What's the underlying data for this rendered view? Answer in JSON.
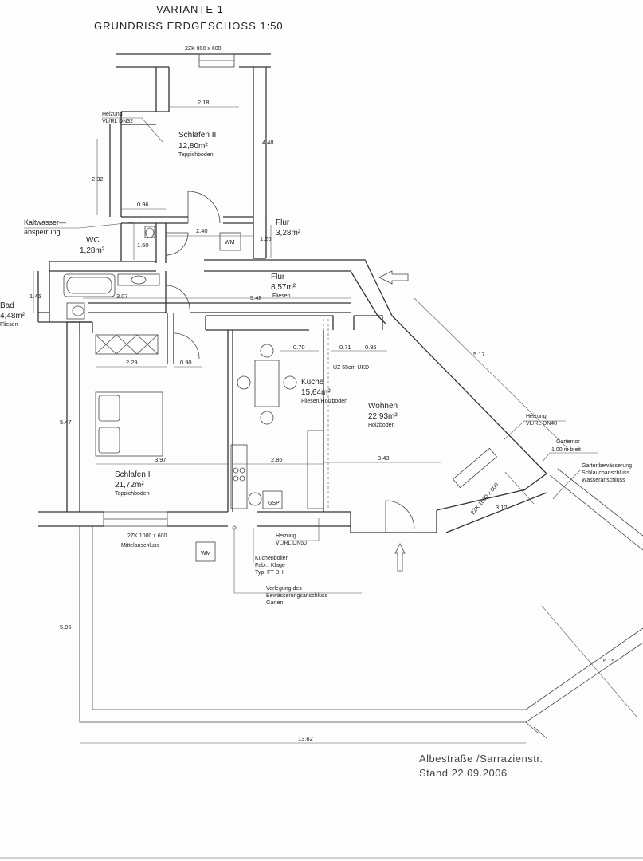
{
  "title": {
    "line1": "VARIANTE 1",
    "line2": "GRUNDRISS ERDGESCHOSS 1:50"
  },
  "rooms": [
    {
      "id": "schlafen2",
      "name": "Schlafen II",
      "area": "12,80m²",
      "floor": "Teppichboden"
    },
    {
      "id": "flur_small",
      "name": "Flur",
      "area": "3,28m²",
      "floor": ""
    },
    {
      "id": "wc",
      "name": "WC",
      "area": "1,28m²",
      "floor": ""
    },
    {
      "id": "flur",
      "name": "Flur",
      "area": "8,57m²",
      "floor": "Fliesen"
    },
    {
      "id": "bad",
      "name": "Bad",
      "area": "4,48m²",
      "floor": "Fliesen"
    },
    {
      "id": "kueche",
      "name": "Küche",
      "area": "15,64m²",
      "floor": "Fliesen/Holzboden"
    },
    {
      "id": "wohnen",
      "name": "Wohnen",
      "area": "22,93m²",
      "floor": "Holzboden"
    },
    {
      "id": "schlafen1",
      "name": "Schlafen I",
      "area": "21,72m²",
      "floor": "Teppichboden"
    }
  ],
  "dimensions": {
    "d_218": "2.18",
    "d_448": "4.48",
    "d_232": "2.32",
    "d_096": "0.96",
    "d_240": "2.40",
    "d_126": "1.26",
    "d_150": "1.50",
    "d_146": "1.46",
    "d_307": "3.07",
    "d_548": "5.48",
    "d_070": "0.70",
    "d_071": "0.71",
    "d_095": "0.95",
    "d_229": "2.29",
    "d_090": "0.90",
    "d_547": "5.47",
    "d_397": "3.97",
    "d_286": "2.86",
    "d_343": "3.43",
    "d_517": "5.17",
    "d_312": "3.12",
    "d_596": "5.96",
    "d_615": "6.15",
    "d_1362": "13.62"
  },
  "annotations": {
    "window_top": "2ZK 800 x 600",
    "heizung_top": [
      "Heizung",
      "VL/RL DN32"
    ],
    "kaltwasser": [
      "Kaltwasser—",
      "absperrung"
    ],
    "wm_top": "WM",
    "uz": "UZ 55cm UKD",
    "heizung_right": [
      "Heizung",
      "VL/RL DN40"
    ],
    "gartentor": [
      "Gartentor",
      "1,00 m breit"
    ],
    "garten_bew": [
      "Gartenbewässerung",
      "Schlauchanschluss",
      "Wasseranschluss"
    ],
    "window_right": "2ZK 1600 x 600",
    "gsp": "GSP",
    "window_bottom": [
      "2ZK 1000 x 600",
      "Mittelanschluss"
    ],
    "wm_bottom": "WM",
    "heizung_bottom": [
      "Heizung",
      "VL/RL DN50"
    ],
    "boiler": [
      "Küchenboiler",
      "Fabr.: Klage",
      "Typ: FT DH"
    ],
    "verlegung": [
      "Verlegung des",
      "Bewässerungsanschluss",
      "Garten"
    ]
  },
  "footer": {
    "line1": "Albestraße /Sarrazienstr.",
    "line2": "Stand 22.09.2006"
  }
}
